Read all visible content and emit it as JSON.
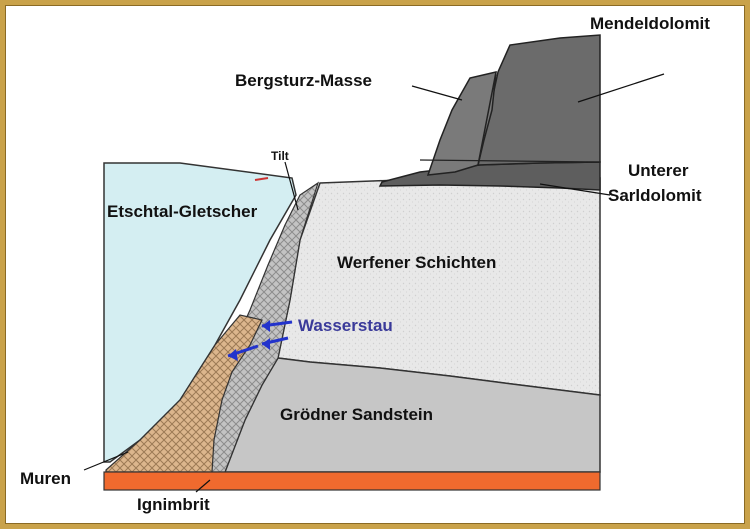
{
  "labels": {
    "mendeldolomit": "Mendeldolomit",
    "bergsturz_masse": "Bergsturz-Masse",
    "unterer": "Unterer",
    "sarldolomit": "Sarldolomit",
    "tilt": "Tilt",
    "etschtal_gletscher": "Etschtal-Gletscher",
    "werfener_schichten": "Werfener Schichten",
    "wasserstau": "Wasserstau",
    "groedner_sandstein": "Grödner Sandstein",
    "muren": "Muren",
    "ignimbrit": "Ignimbrit"
  },
  "colors": {
    "frame": "#c9a24a",
    "glacier": "#d4eef2",
    "werfen": "#e9e9e9",
    "groedner": "#c6c6c6",
    "dolomite_dark": "#5f5f5f",
    "dolomite_mid": "#6e6e6e",
    "debris": "#bdbdbd",
    "muren": "#d8b58e",
    "ignimbrit": "#f06a2e",
    "water": "#2233cc",
    "wasserstau_text": "#3a3a9a",
    "tilt_mark": "#cc3333"
  }
}
